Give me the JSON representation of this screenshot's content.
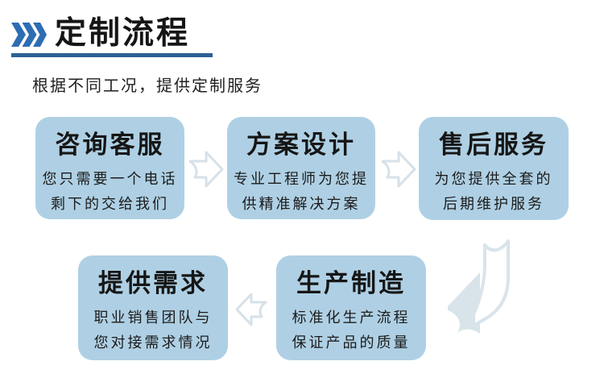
{
  "header": {
    "title": "定制流程",
    "subtitle": "根据不同工况，提供定制服务"
  },
  "steps": [
    {
      "title": "咨询客服",
      "line1": "您只需要一个电话",
      "line2": "剩下的交给我们"
    },
    {
      "title": "方案设计",
      "line1": "专业工程师为您提",
      "line2": "供精准解决方案"
    },
    {
      "title": "售后服务",
      "line1": "为您提供全套的",
      "line2": "后期维护服务"
    },
    {
      "title": "提供需求",
      "line1": "职业销售团队与",
      "line2": "您对接需求情况"
    },
    {
      "title": "生产制造",
      "line1": "标准化生产流程",
      "line2": "保证产品的质量"
    }
  ],
  "icons": {
    "header_chevrons": "triple-chevron-right",
    "flow_arrows": [
      "arrow-right-outline",
      "arrow-right-outline",
      "arrow-curve-down-left",
      "arrow-left-outline"
    ]
  },
  "colors": {
    "chevron_blue": "#2e6db4",
    "underline_blue": "#2c6095",
    "box_fill": "#afd0e4",
    "arrow_outline": "#d6e1e9",
    "curve_arrow_fill": "#d9e3ea",
    "text_dark": "#161616"
  }
}
